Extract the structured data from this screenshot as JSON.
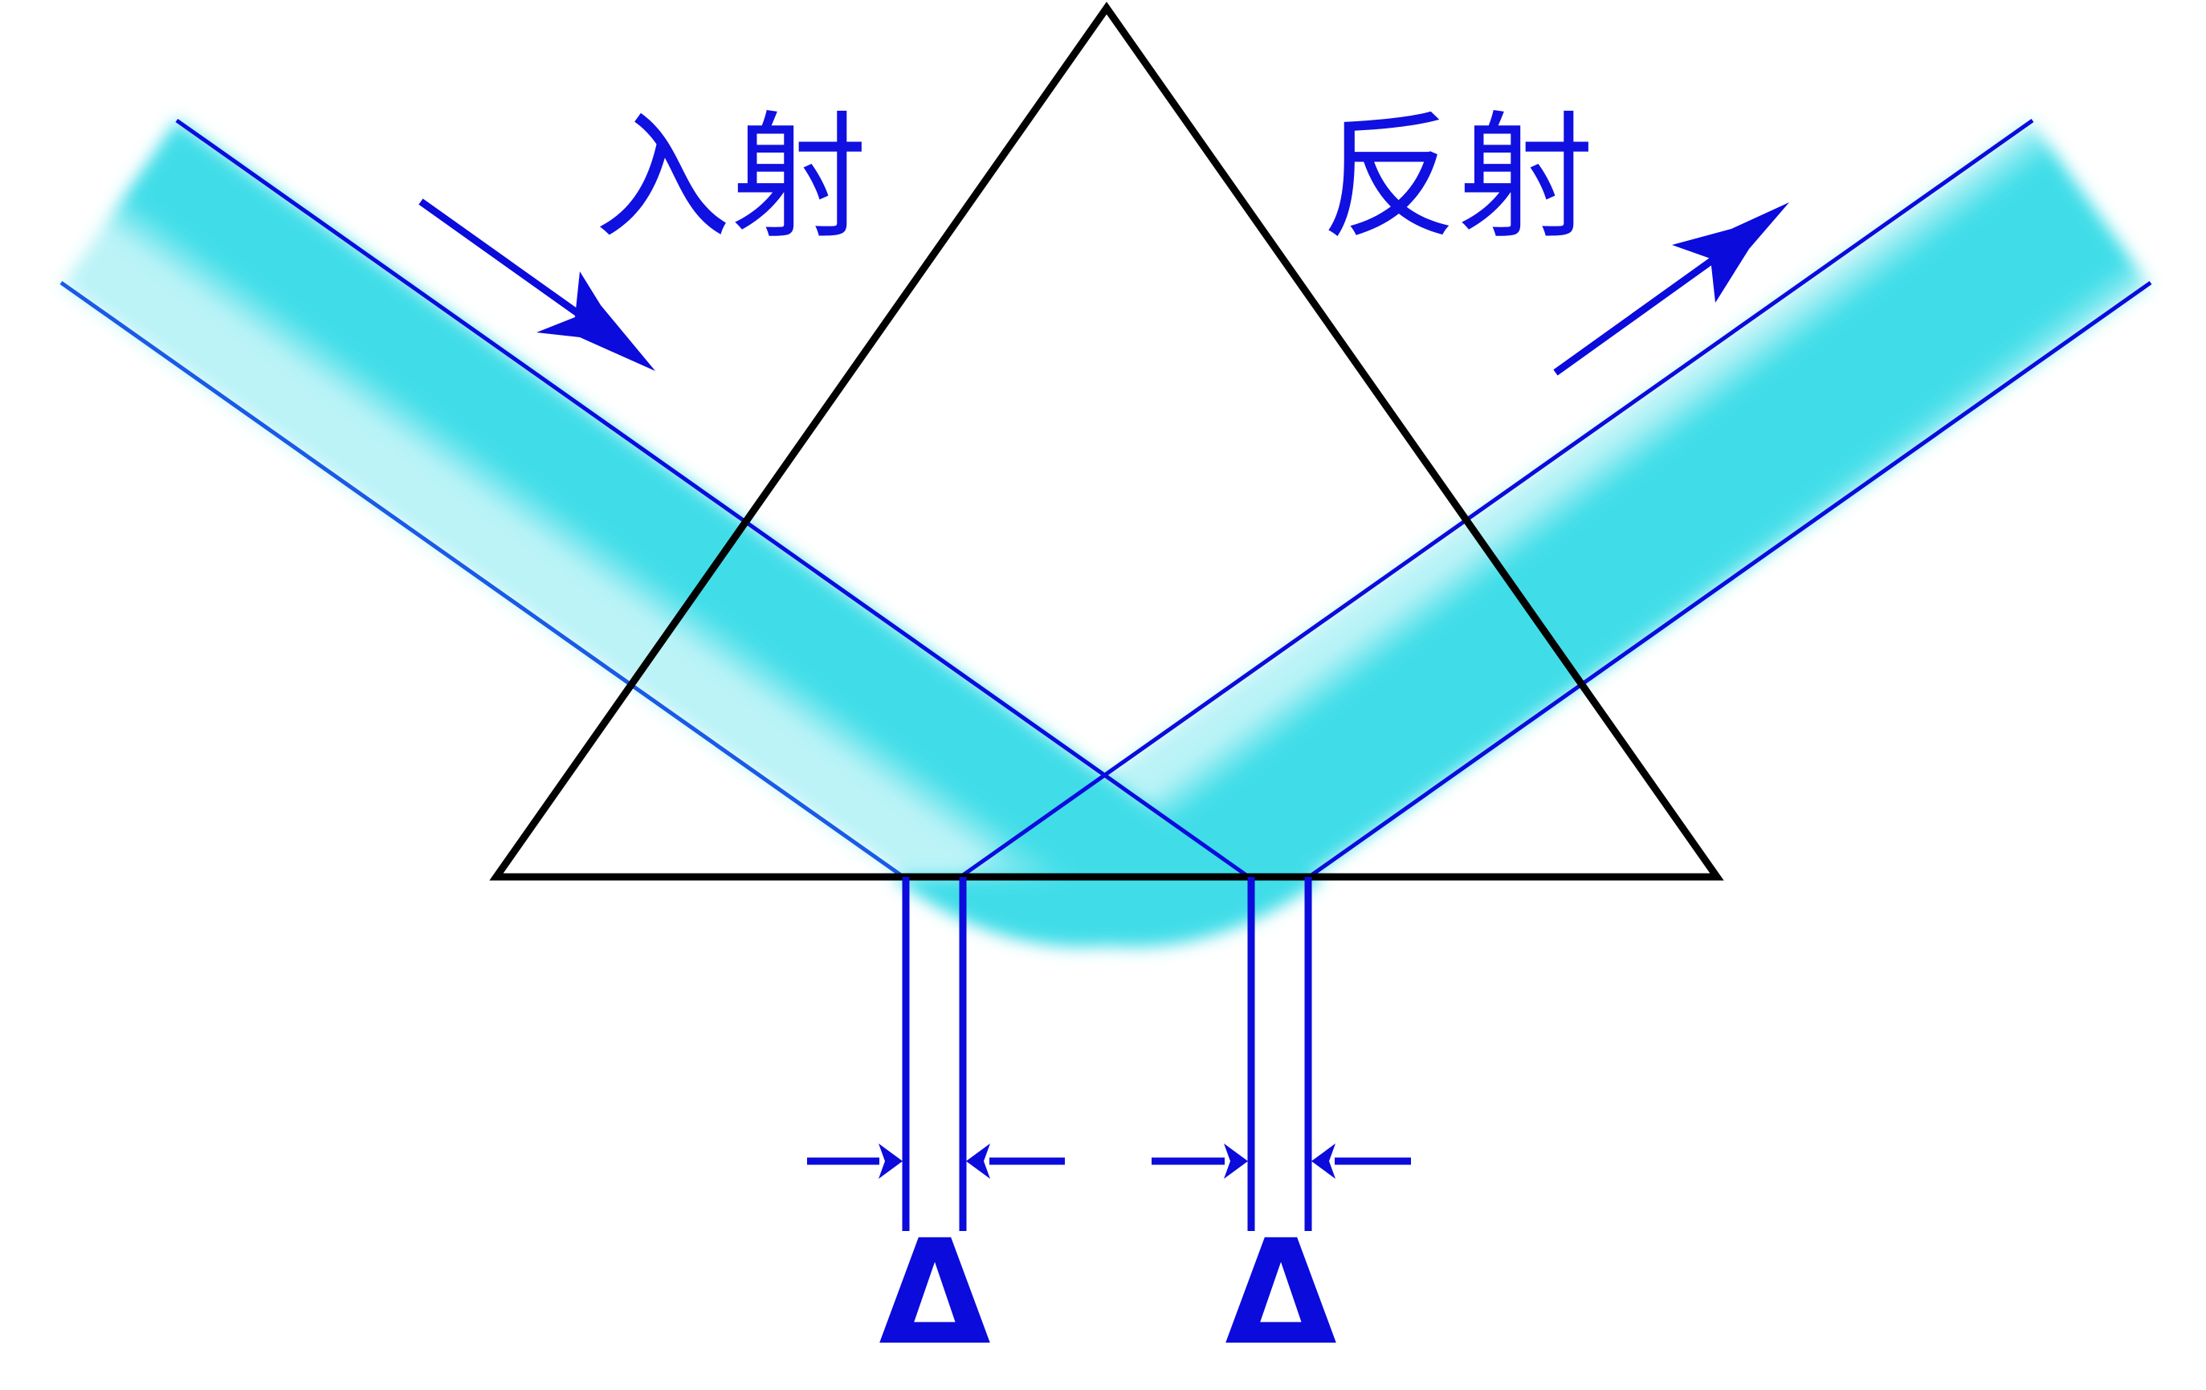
{
  "labels": {
    "incident": "入射",
    "reflected": "反射"
  },
  "shift_labels": {
    "left": "Δ",
    "right": "Δ"
  },
  "colors": {
    "beam_fill": "#3fdde8",
    "beam_edge": "#0b0bdc",
    "label": "#1010e0",
    "prism": "#000000",
    "background": "#ffffff"
  },
  "icons": {
    "incident_arrow": "arrow-down-right-icon",
    "reflected_arrow": "arrow-up-right-icon",
    "dimension_arrows": "arrow-pointing-inward-icon"
  }
}
